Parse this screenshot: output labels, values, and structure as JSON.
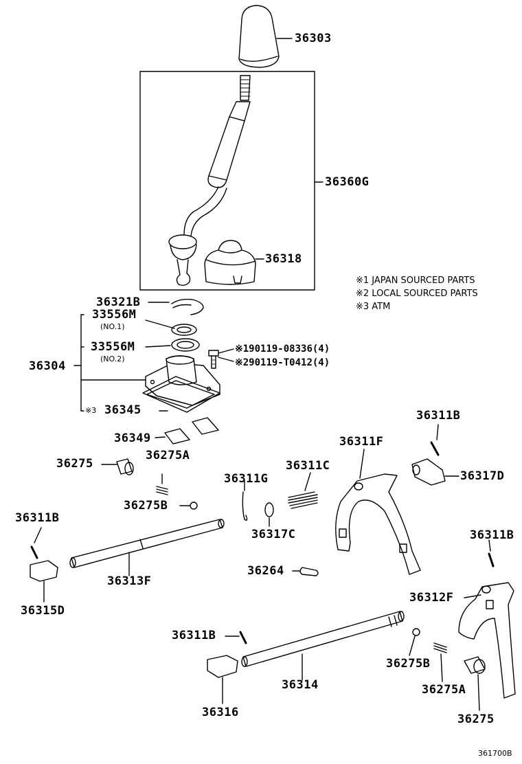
{
  "parts": {
    "p36303": "36303",
    "p36360G": "36360G",
    "p36318": "36318",
    "p36321B": "36321B",
    "p33556M_1": "33556M",
    "no1": "(NO.1)",
    "p33556M_2": "33556M",
    "no2": "(NO.2)",
    "p36304": "36304",
    "p36345_mark": "※3",
    "p36345": "36345",
    "bolt1": "※190119-08336(4)",
    "bolt2": "※290119-T0412(4)",
    "p36349": "36349",
    "p36275A_1": "36275A",
    "p36275_1": "36275",
    "p36275B_1": "36275B",
    "p36311G": "36311G",
    "p36311C": "36311C",
    "p36317C": "36317C",
    "p36311F": "36311F",
    "p36311B_1": "36311B",
    "p36317D": "36317D",
    "p36311B_2": "36311B",
    "p36313F": "36313F",
    "p36315D": "36315D",
    "p36264": "36264",
    "p36311B_3": "36311B",
    "p36312F": "36312F",
    "p36311B_4": "36311B",
    "p36314": "36314",
    "p36316": "36316",
    "p36275B_2": "36275B",
    "p36275A_2": "36275A",
    "p36275_2": "36275"
  },
  "notes": {
    "n1": "※1 JAPAN SOURCED PARTS",
    "n2": "※2 LOCAL SOURCED PARTS",
    "n3": "※3 ATM"
  },
  "diagram_code": "361700B"
}
